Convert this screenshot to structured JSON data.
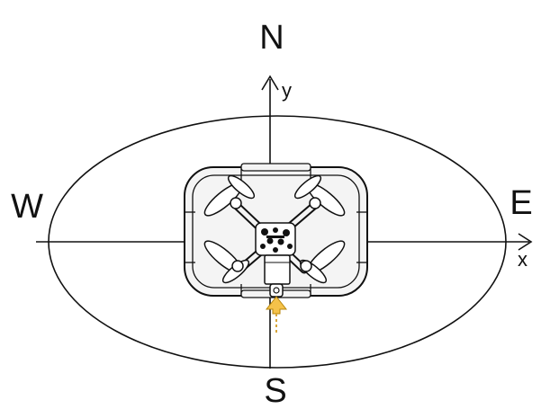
{
  "diagram": {
    "compass": {
      "north": "N",
      "south": "S",
      "east": "E",
      "west": "W"
    },
    "axes": {
      "x_label": "x",
      "y_label": "y"
    },
    "colors": {
      "line": "#111111",
      "arrow_fill": "#f5c24a",
      "arrow_stroke": "#b8860b",
      "frame_fill": "#f4f4f4",
      "background": "#ffffff"
    },
    "icons": {
      "drone": "quadcopter-drone-icon",
      "heading_arrow": "heading-arrow-icon"
    }
  }
}
